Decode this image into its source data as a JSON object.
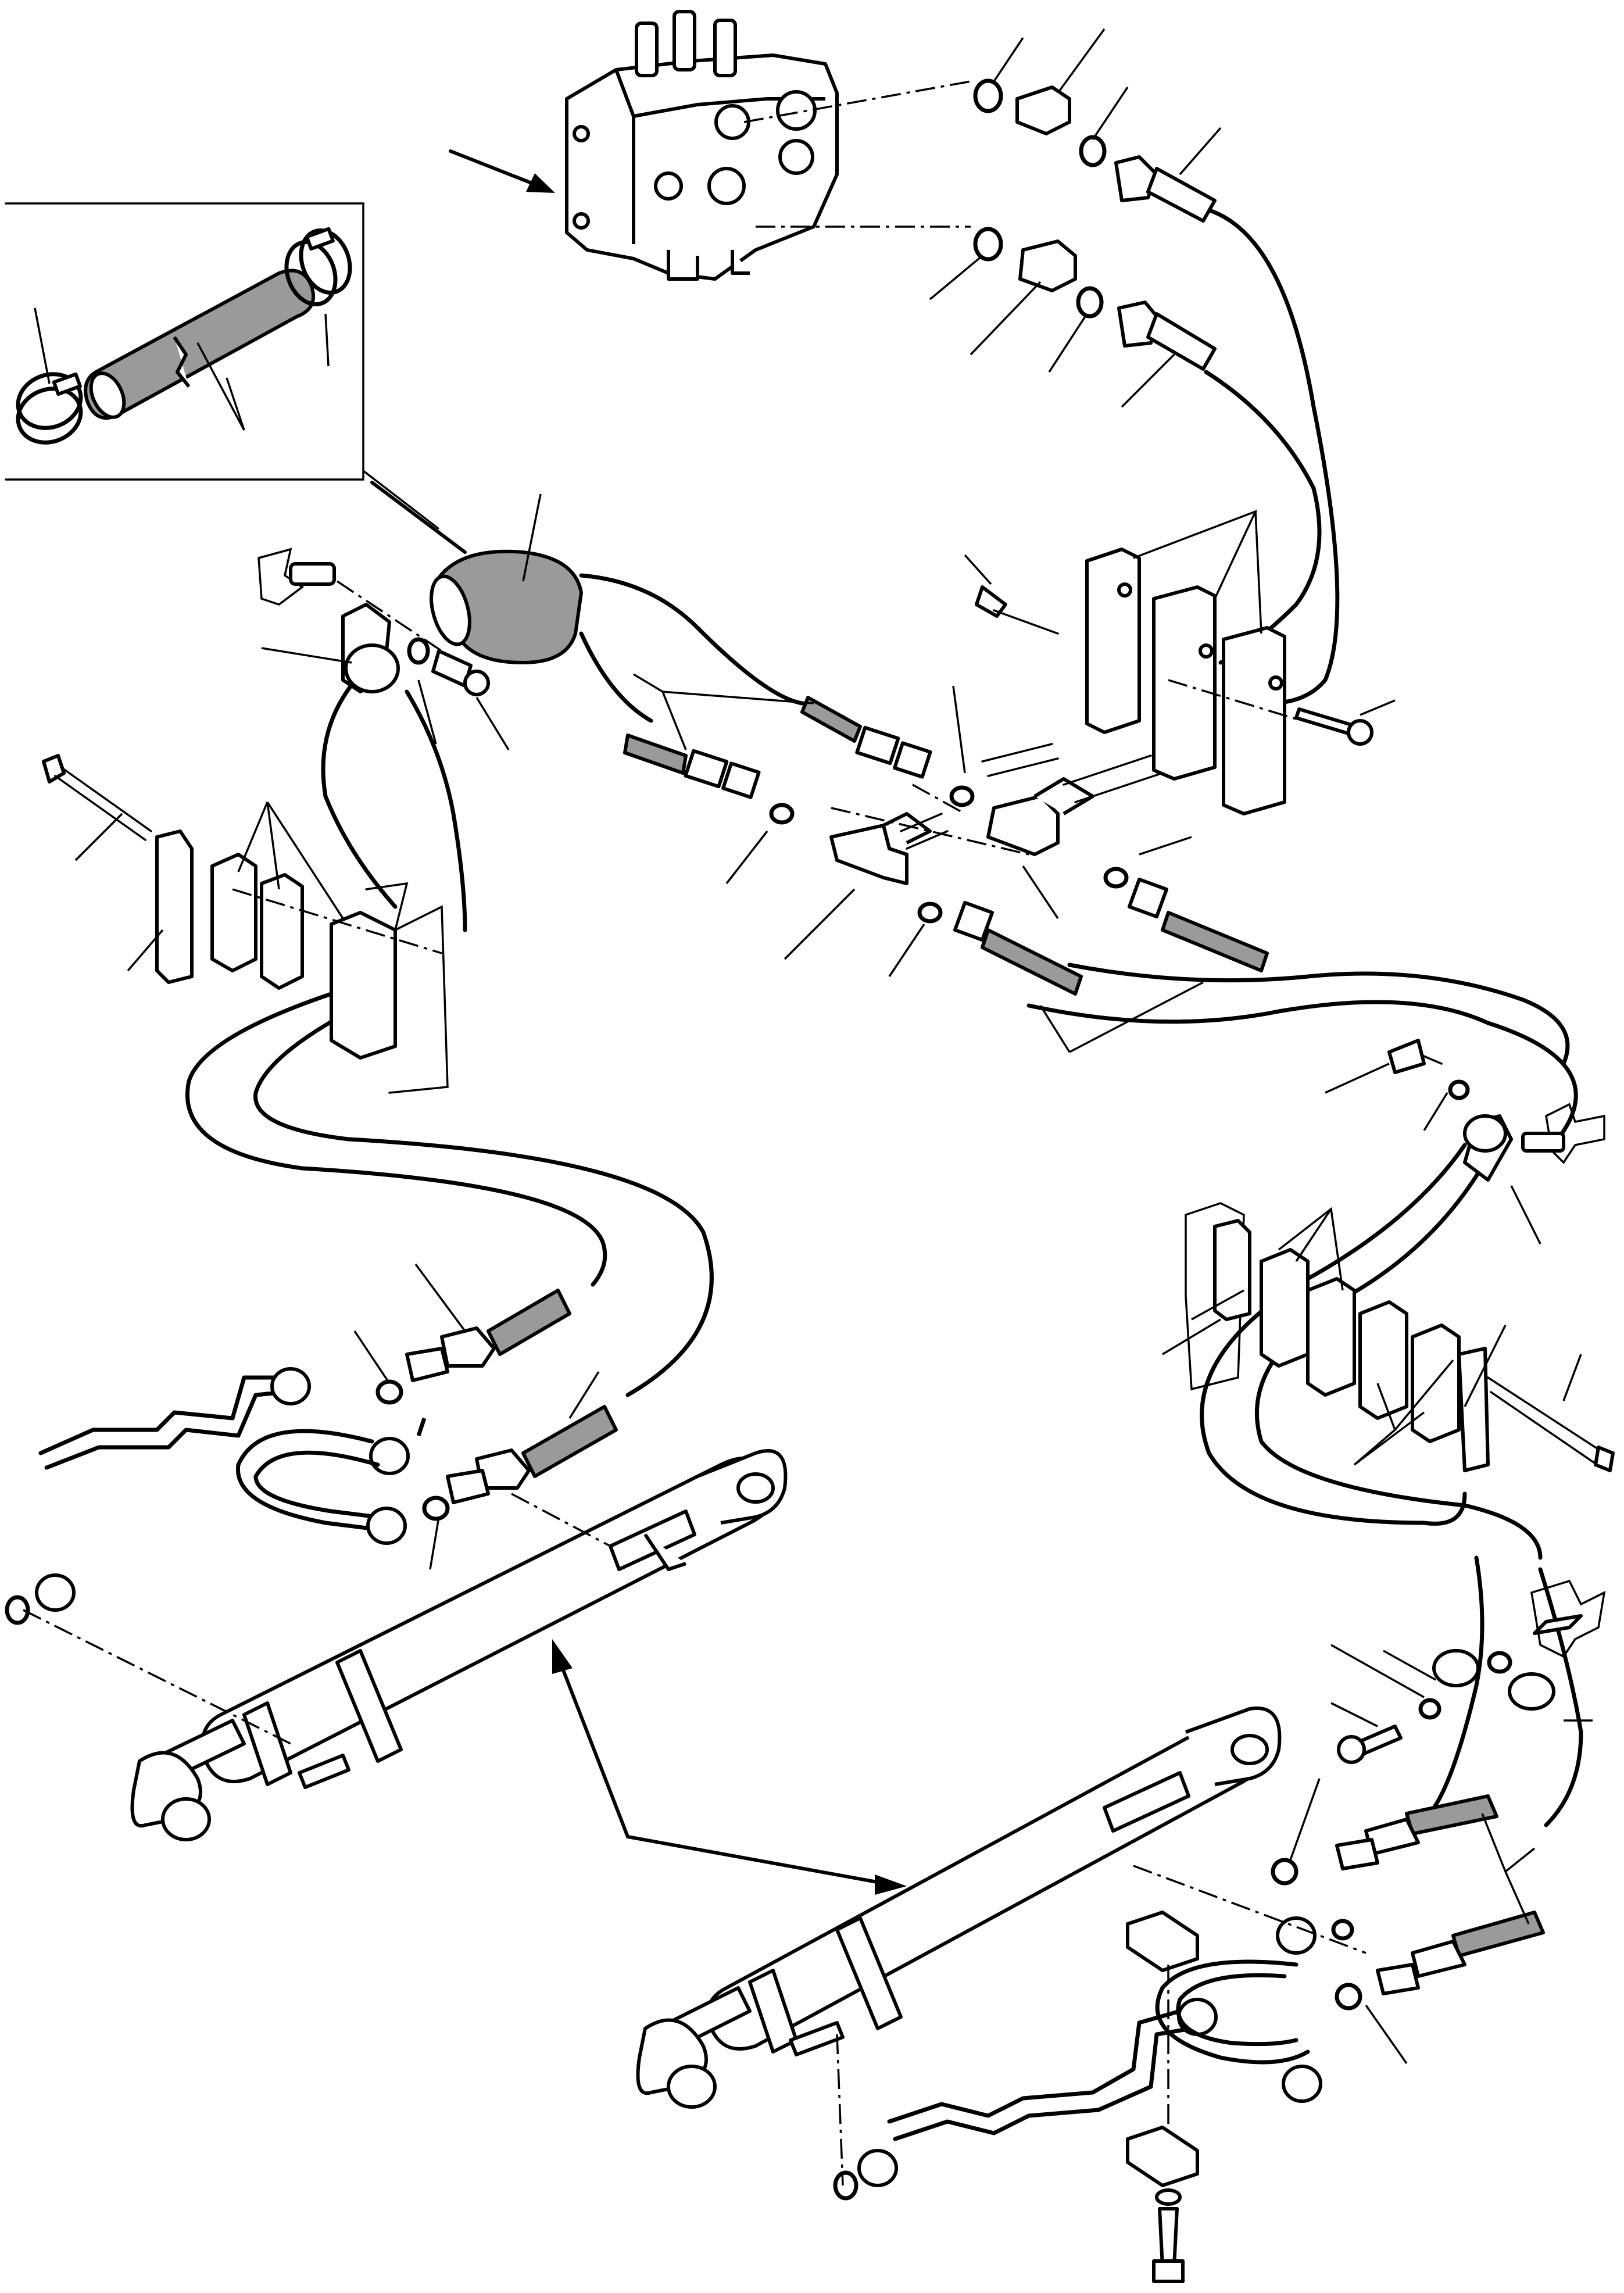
{
  "colors": {
    "line": "#000000",
    "background": "#ffffff",
    "hose_fill": "#9a9a9a"
  },
  "parts": {
    "control_valve": "control-valve",
    "hydraulic_cylinders": [
      "left-lift-cylinder",
      "right-lift-cylinder"
    ],
    "hose_protector_detail": "hose-sleeve-with-clamps"
  }
}
